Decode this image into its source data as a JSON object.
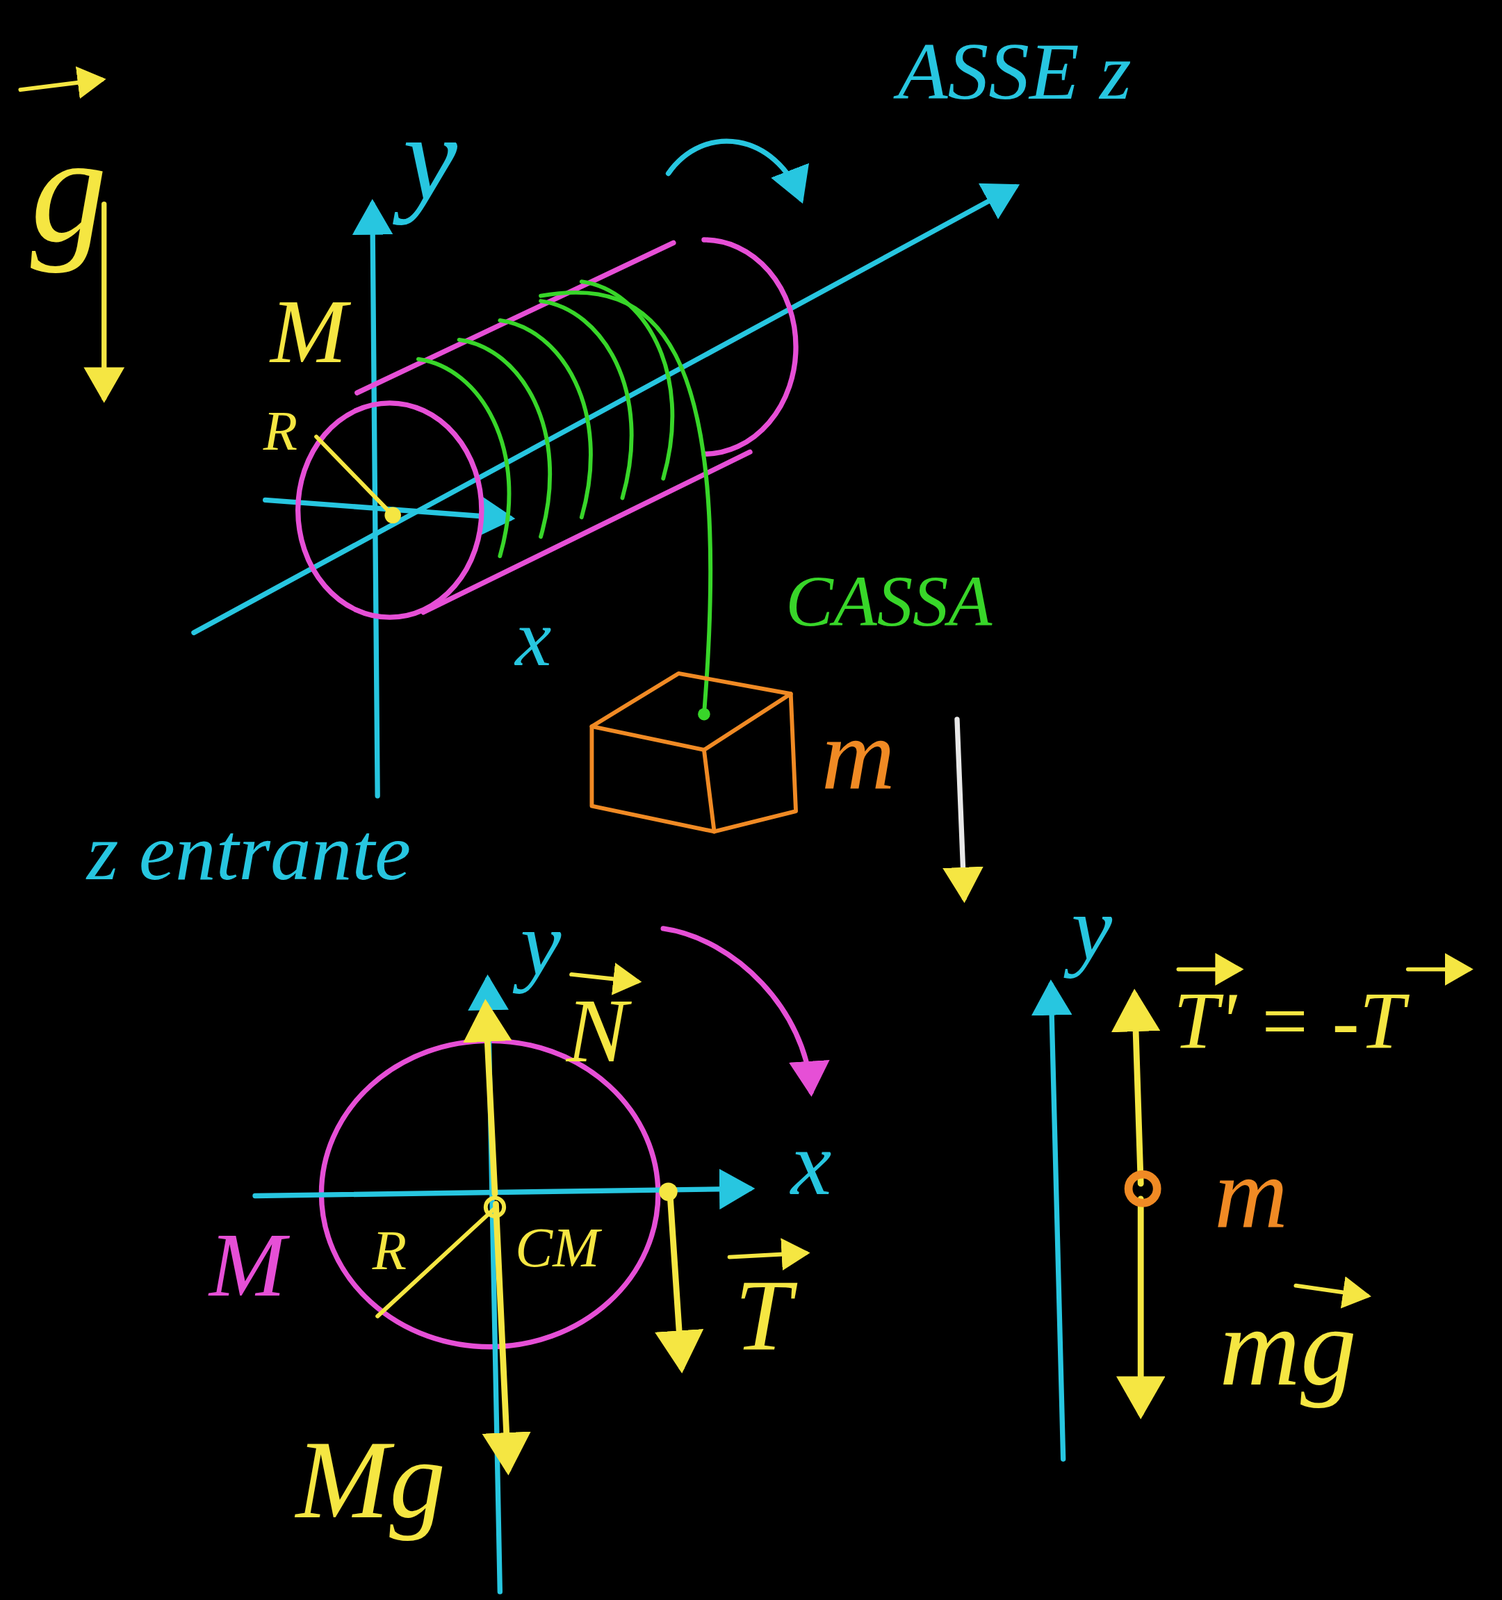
{
  "diagram": {
    "labels": [
      "g",
      "y",
      "ASSE z",
      "M",
      "R",
      "x",
      "CASSA",
      "m",
      "z entrante",
      "y",
      "N",
      "M",
      "R",
      "CM",
      "x",
      "T",
      "Mg",
      "y",
      "T' = -T",
      "m",
      "mg"
    ]
  }
}
